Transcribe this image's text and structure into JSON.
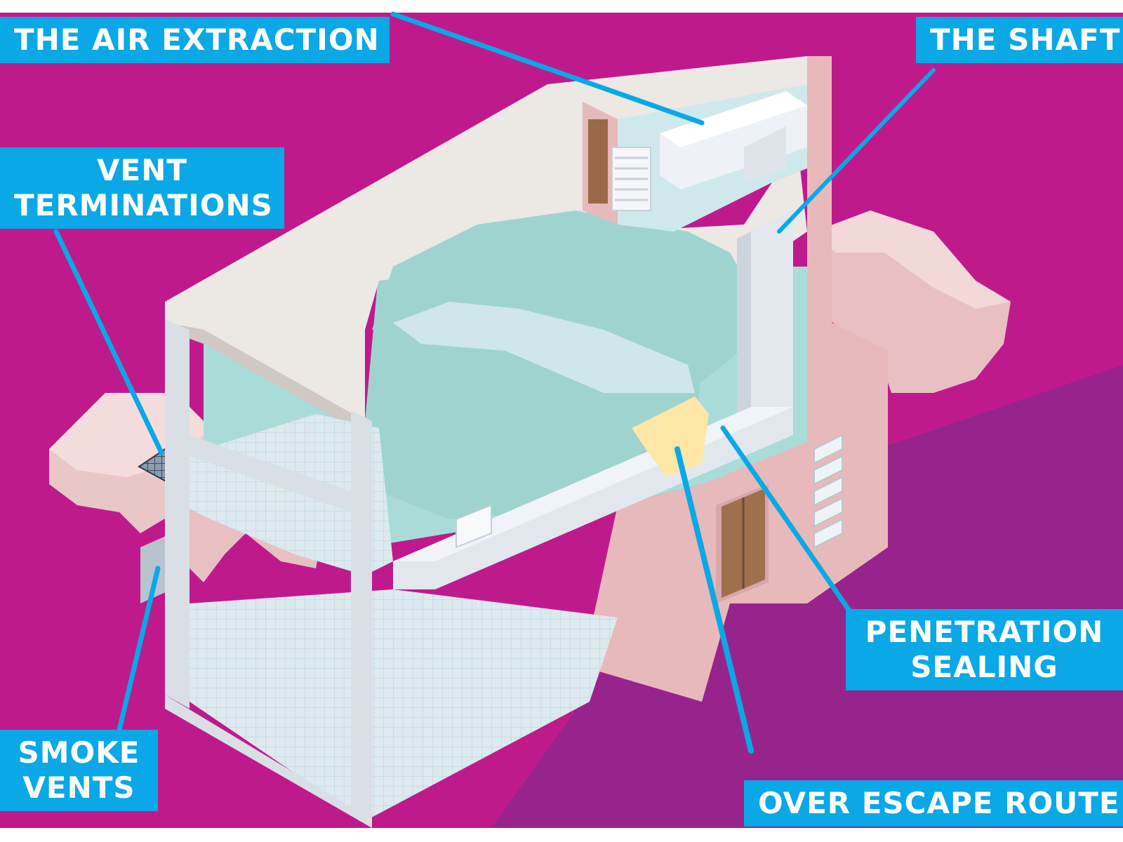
{
  "colors": {
    "background": "#bf1a8c",
    "background_dark": "#97248d",
    "label_fill": "#0aa8e6",
    "label_text": "#ffffff",
    "wall_pink": "#e9b9bb",
    "slab": "#ece8e4",
    "glass": "#a9dcd8",
    "floor_tile": "#dce9ee",
    "duct": "#e2e7ee",
    "seal": "#fde6a6",
    "door": "#9a6a48"
  },
  "labels": {
    "air_extraction": "THE AIR EXTRACTION",
    "shaft": "THE SHAFT",
    "vent_terminations": [
      "VENT",
      "TERMINATIONS"
    ],
    "penetration_sealing": [
      "PENETRATION",
      "SEALING"
    ],
    "smoke_vents": [
      "SMOKE",
      "VENTS"
    ],
    "escape_route": "OVER ESCAPE ROUTE"
  }
}
